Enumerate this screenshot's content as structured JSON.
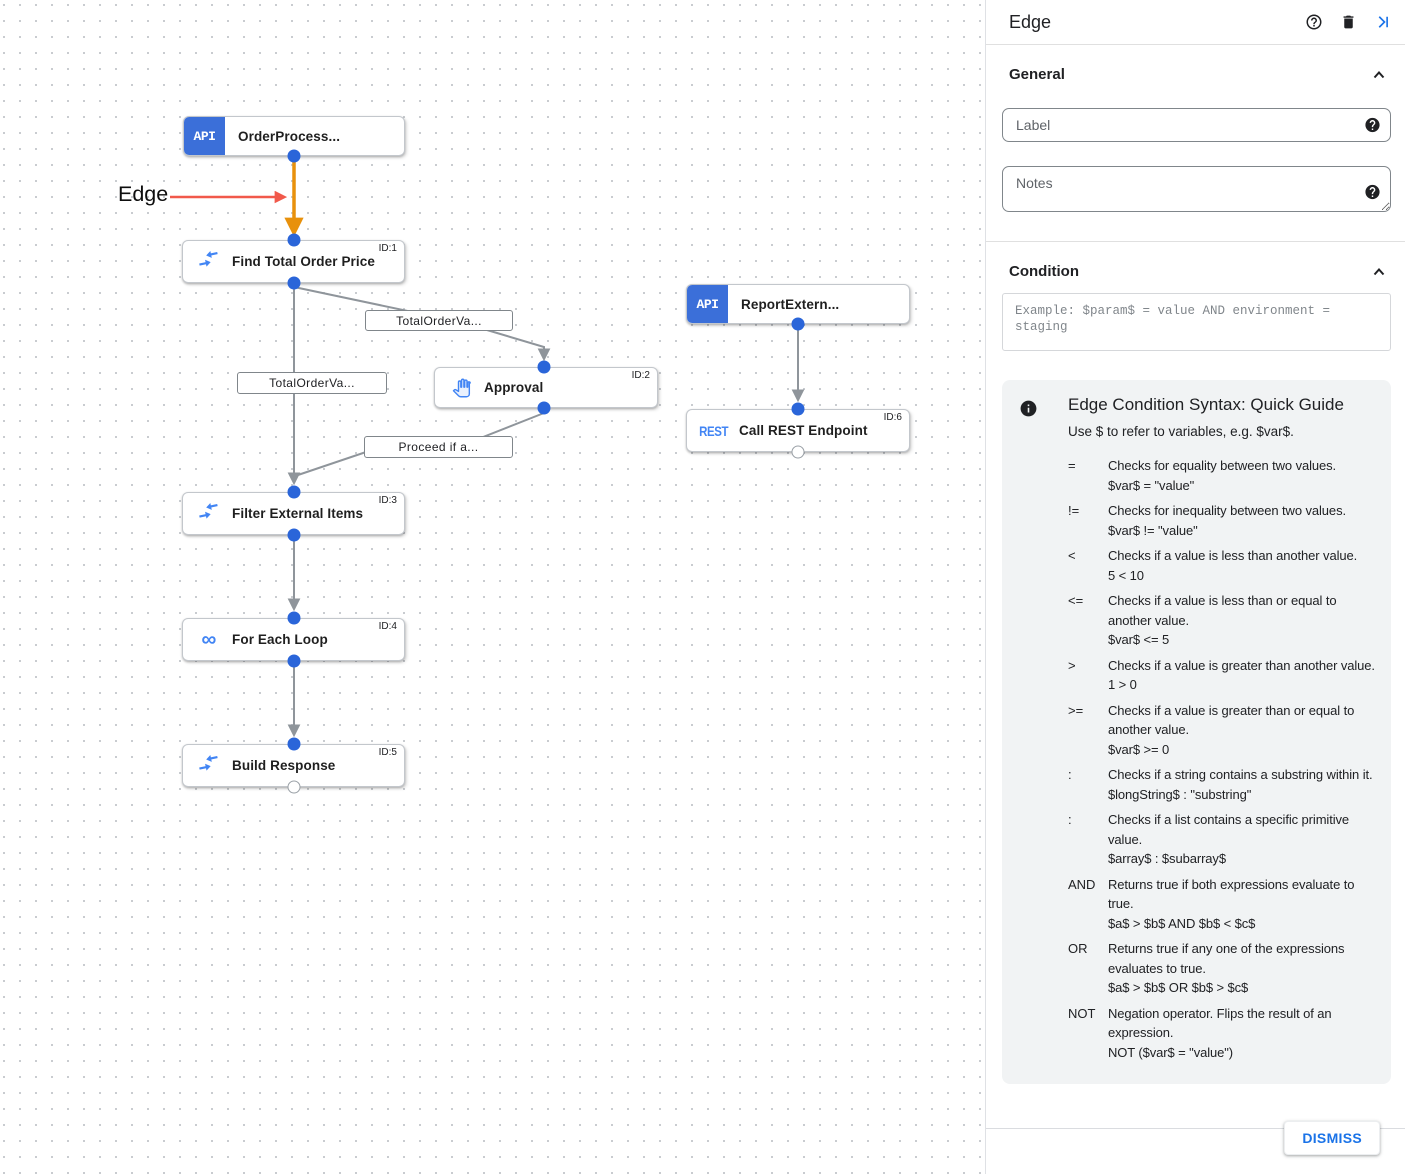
{
  "canvas": {
    "annotation": {
      "label": "Edge"
    },
    "nodes": [
      {
        "label": "OrderProcess...",
        "type": "trigger",
        "badge": "API"
      },
      {
        "label": "Find Total Order Price",
        "type": "task",
        "id": "ID:1",
        "icon": "data-mapping-icon"
      },
      {
        "label": "Approval",
        "type": "task",
        "id": "ID:2",
        "icon": "approval-hand-icon"
      },
      {
        "label": "ReportExtern...",
        "type": "trigger",
        "badge": "API"
      },
      {
        "label": "Call REST Endpoint",
        "type": "task",
        "id": "ID:6",
        "icon": "rest-icon",
        "badge": "REST"
      },
      {
        "label": "Filter External Items",
        "type": "task",
        "id": "ID:3",
        "icon": "data-mapping-icon"
      },
      {
        "label": "For Each Loop",
        "type": "task",
        "id": "ID:4",
        "icon": "loop-icon",
        "loop_glyph": "∞"
      },
      {
        "label": "Build Response",
        "type": "task",
        "id": "ID:5",
        "icon": "data-mapping-icon"
      }
    ],
    "edge_labels": [
      "TotalOrderVa...",
      "TotalOrderVa...",
      "Proceed if a..."
    ],
    "colors": {
      "edge_selected": "#E8910C",
      "edge_default": "#8F959B",
      "annotation_arrow": "#F1594B",
      "connector": "#2A65D9",
      "trigger_badge": "#3B6FD9",
      "icon_blue": "#4285F4"
    }
  },
  "panel": {
    "title": "Edge",
    "header_icons": [
      "help-icon",
      "trash-icon",
      "collapse-panel-icon"
    ],
    "general": {
      "heading": "General",
      "label_placeholder": "Label",
      "notes_placeholder": "Notes"
    },
    "condition": {
      "heading": "Condition",
      "placeholder": "Example: $param$ = value AND environment = staging"
    },
    "guide": {
      "title": "Edge Condition Syntax: Quick Guide",
      "intro": "Use $ to refer to variables, e.g. $var$.",
      "entries": [
        {
          "op": "=",
          "desc": "Checks for equality between two values.",
          "example": "$var$ = \"value\""
        },
        {
          "op": "!=",
          "desc": "Checks for inequality between two values.",
          "example": "$var$ != \"value\""
        },
        {
          "op": "<",
          "desc": "Checks if a value is less than another value.",
          "example": "5 < 10"
        },
        {
          "op": "<=",
          "desc": "Checks if a value is less than or equal to another value.",
          "example": "$var$ <= 5"
        },
        {
          "op": ">",
          "desc": "Checks if a value is greater than another value.",
          "example": "1 > 0"
        },
        {
          "op": ">=",
          "desc": "Checks if a value is greater than or equal to another value.",
          "example": "$var$ >= 0"
        },
        {
          "op": ":",
          "desc": "Checks if a string contains a substring within it.",
          "example": "$longString$ : \"substring\""
        },
        {
          "op": ":",
          "desc": "Checks if a list contains a specific primitive value.",
          "example": "$array$ : $subarray$"
        },
        {
          "op": "AND",
          "desc": "Returns true if both expressions evaluate to true.",
          "example": "$a$ > $b$ AND $b$ < $c$"
        },
        {
          "op": "OR",
          "desc": "Returns true if any one of the expressions evaluates to true.",
          "example": "$a$ > $b$ OR $b$ > $c$"
        },
        {
          "op": "NOT",
          "desc": "Negation operator. Flips the result of an expression.",
          "example": "NOT ($var$ = \"value\")"
        }
      ]
    },
    "dismiss_label": "DISMISS"
  }
}
